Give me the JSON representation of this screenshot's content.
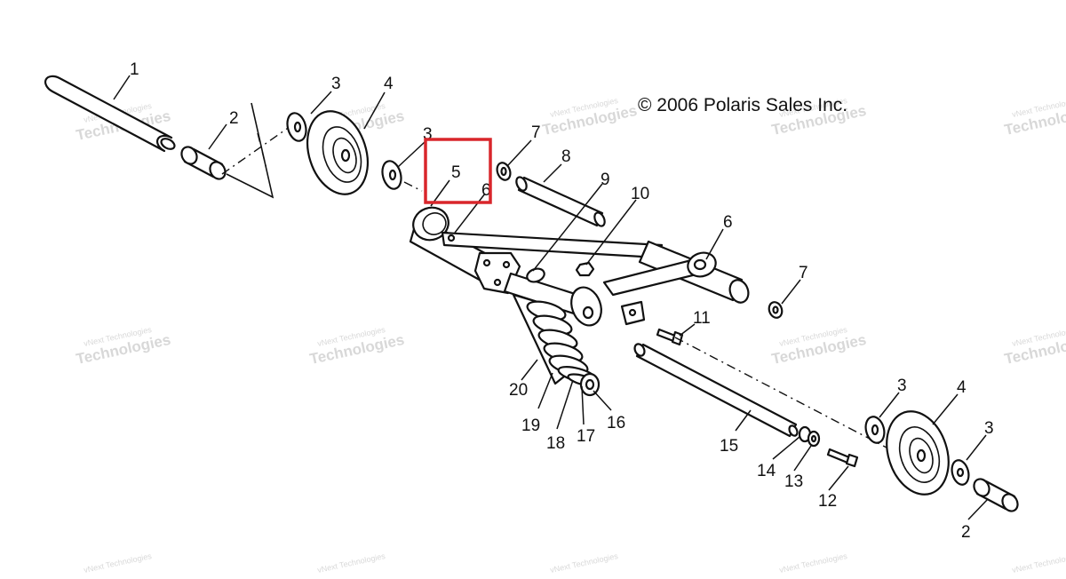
{
  "copyright": "© 2006 Polaris Sales Inc.",
  "highlight_color": "#d9262b",
  "watermark": {
    "line1": "vNext Technologies",
    "line2": "Technologies"
  },
  "callouts": {
    "c1": "1",
    "c2a": "2",
    "c2b": "2",
    "c3a": "3",
    "c3b": "3",
    "c3c": "3",
    "c3d": "3",
    "c4a": "4",
    "c4b": "4",
    "c5": "5",
    "c6a": "6",
    "c6b": "6",
    "c7a": "7",
    "c7b": "7",
    "c8": "8",
    "c9": "9",
    "c10": "10",
    "c11": "11",
    "c12": "12",
    "c13": "13",
    "c14": "14",
    "c15": "15",
    "c16": "16",
    "c17": "17",
    "c18": "18",
    "c19": "19",
    "c20": "20"
  }
}
